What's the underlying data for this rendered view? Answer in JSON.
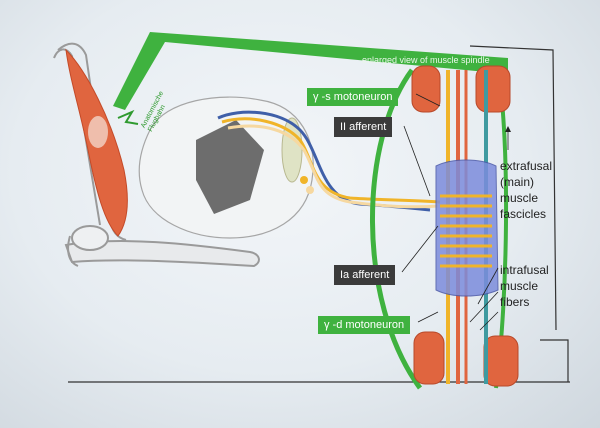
{
  "diagram": {
    "header_label": "enlarged view of muscle spindle",
    "labels": {
      "gamma_s": "γ -s motoneuron",
      "ii_afferent": "II afferent",
      "ia_afferent": "Ia afferent",
      "gamma_d": "γ -d motoneuron"
    },
    "extrafusal_lines": [
      "extrafusal",
      "(main)",
      "muscle",
      "fascicles"
    ],
    "intrafusal_lines": [
      "intrafusal",
      "muscle",
      "fibers"
    ],
    "logo_lines": [
      "Anatomische",
      "Flugbahn"
    ],
    "colors": {
      "green": "#3fb23f",
      "muscle": "#e0653f",
      "afferent_yellow": "#f0b429",
      "blue_nerve": "#3f5fa8",
      "label_dark": "#3b3b3b"
    }
  }
}
